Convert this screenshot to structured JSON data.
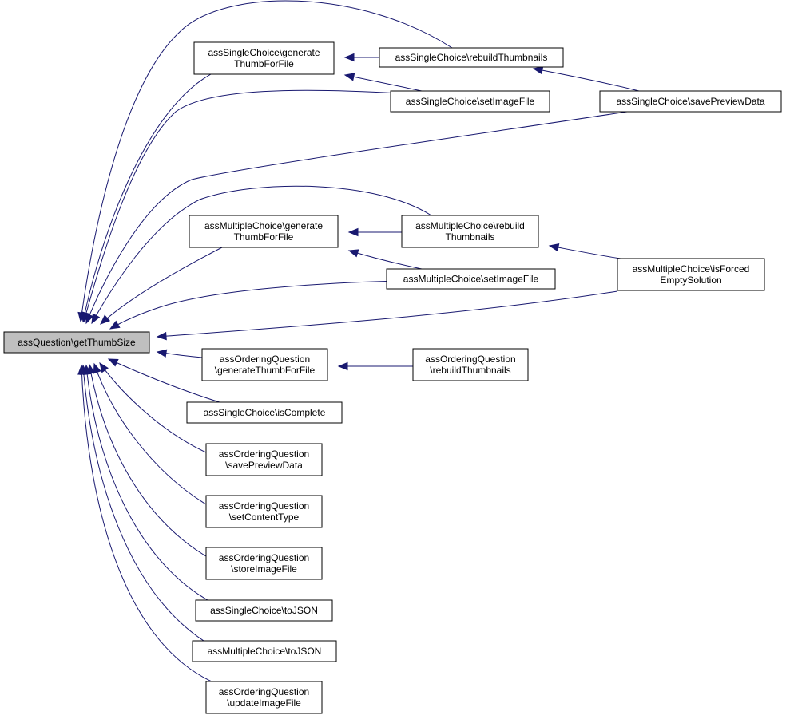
{
  "nodes": [
    {
      "id": "root",
      "lines": [
        "assQuestion\\getThumbSize"
      ],
      "highlighted": true
    },
    {
      "id": "sc_gen",
      "lines": [
        "assSingleChoice\\generate",
        "ThumbForFile"
      ]
    },
    {
      "id": "sc_rebuild",
      "lines": [
        "assSingleChoice\\rebuildThumbnails"
      ]
    },
    {
      "id": "sc_setimg",
      "lines": [
        "assSingleChoice\\setImageFile"
      ]
    },
    {
      "id": "sc_savepv",
      "lines": [
        "assSingleChoice\\savePreviewData"
      ]
    },
    {
      "id": "mc_gen",
      "lines": [
        "assMultipleChoice\\generate",
        "ThumbForFile"
      ]
    },
    {
      "id": "mc_rebuild",
      "lines": [
        "assMultipleChoice\\rebuild",
        "Thumbnails"
      ]
    },
    {
      "id": "mc_setimg",
      "lines": [
        "assMultipleChoice\\setImageFile"
      ]
    },
    {
      "id": "mc_forced",
      "lines": [
        "assMultipleChoice\\isForced",
        "EmptySolution"
      ]
    },
    {
      "id": "oq_gen",
      "lines": [
        "assOrderingQuestion",
        "\\generateThumbForFile"
      ]
    },
    {
      "id": "oq_rebuild",
      "lines": [
        "assOrderingQuestion",
        "\\rebuildThumbnails"
      ]
    },
    {
      "id": "sc_complete",
      "lines": [
        "assSingleChoice\\isComplete"
      ]
    },
    {
      "id": "oq_savepv",
      "lines": [
        "assOrderingQuestion",
        "\\savePreviewData"
      ]
    },
    {
      "id": "oq_setct",
      "lines": [
        "assOrderingQuestion",
        "\\setContentType"
      ]
    },
    {
      "id": "oq_store",
      "lines": [
        "assOrderingQuestion",
        "\\storeImageFile"
      ]
    },
    {
      "id": "sc_json",
      "lines": [
        "assSingleChoice\\toJSON"
      ]
    },
    {
      "id": "mc_json",
      "lines": [
        "assMultipleChoice\\toJSON"
      ]
    },
    {
      "id": "oq_update",
      "lines": [
        "assOrderingQuestion",
        "\\updateImageFile"
      ]
    }
  ],
  "edges": [
    {
      "from": "sc_gen",
      "to": "root"
    },
    {
      "from": "sc_rebuild",
      "to": "root"
    },
    {
      "from": "sc_setimg",
      "to": "root"
    },
    {
      "from": "sc_savepv",
      "to": "root"
    },
    {
      "from": "mc_gen",
      "to": "root"
    },
    {
      "from": "mc_rebuild",
      "to": "root"
    },
    {
      "from": "mc_setimg",
      "to": "root"
    },
    {
      "from": "mc_forced",
      "to": "root"
    },
    {
      "from": "oq_gen",
      "to": "root"
    },
    {
      "from": "sc_complete",
      "to": "root"
    },
    {
      "from": "oq_savepv",
      "to": "root"
    },
    {
      "from": "oq_setct",
      "to": "root"
    },
    {
      "from": "oq_store",
      "to": "root"
    },
    {
      "from": "sc_json",
      "to": "root"
    },
    {
      "from": "mc_json",
      "to": "root"
    },
    {
      "from": "oq_update",
      "to": "root"
    },
    {
      "from": "sc_rebuild",
      "to": "sc_gen"
    },
    {
      "from": "sc_setimg",
      "to": "sc_gen"
    },
    {
      "from": "sc_savepv",
      "to": "sc_rebuild"
    },
    {
      "from": "mc_rebuild",
      "to": "mc_gen"
    },
    {
      "from": "mc_setimg",
      "to": "mc_gen"
    },
    {
      "from": "mc_forced",
      "to": "mc_rebuild"
    },
    {
      "from": "oq_rebuild",
      "to": "oq_gen"
    }
  ],
  "colors": {
    "edge": "#191970",
    "node_border": "#000000",
    "node_fill": "#ffffff",
    "root_fill": "#bfbfbf"
  }
}
